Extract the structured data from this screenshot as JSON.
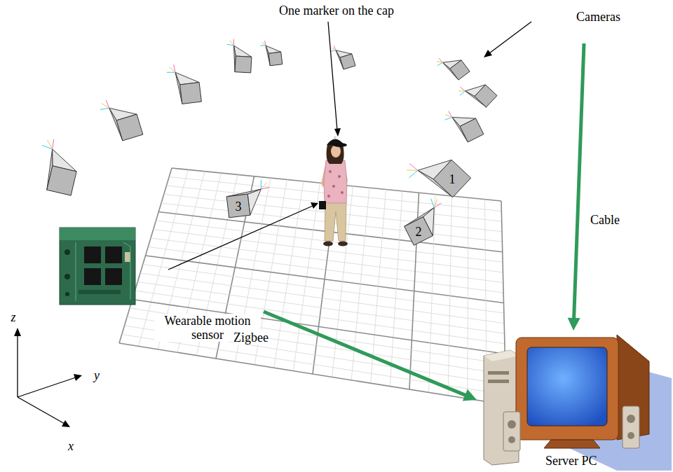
{
  "diagram": {
    "nodes": [
      {
        "text": [
          "Cameras"
        ]
      },
      {
        "text": [
          "Wearable motion sensor"
        ]
      },
      {
        "text": [
          "Server PC"
        ]
      }
    ],
    "edges": [
      {
        "from": 0,
        "to": 2,
        "arrow": "to",
        "label": "Cable"
      },
      {
        "from": 1,
        "to": 2,
        "arrow": "to",
        "label": "Zigbee"
      }
    ],
    "labels": [
      "One marker on the cap",
      "1",
      "2",
      "3",
      "z",
      "y",
      "x"
    ]
  }
}
